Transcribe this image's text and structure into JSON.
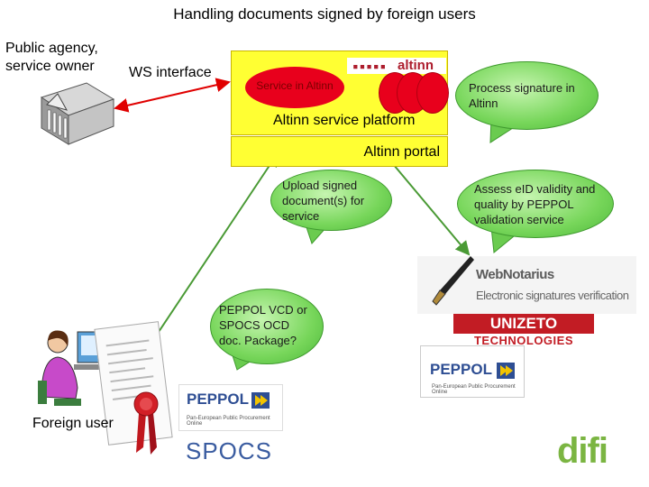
{
  "title": "Handling documents signed by foreign users",
  "actors": {
    "agency_line1": "Public agency,",
    "agency_line2": "service owner",
    "foreign_user": "Foreign user"
  },
  "interface_label": "WS interface",
  "platform": {
    "platform_label": "Altinn service platform",
    "portal_label": "Altinn portal",
    "service_label": "Service in Altinn",
    "logo_text": "altinn"
  },
  "callouts": {
    "process_signature": [
      "Process signature in",
      "Altinn"
    ],
    "upload": [
      "Upload signed",
      "document(s) for",
      "service"
    ],
    "assess": [
      "Assess eID validity and",
      "quality by PEPPOL",
      "validation service"
    ],
    "package": [
      "PEPPOL VCD or",
      "SPOCS OCD",
      "doc. Package?"
    ]
  },
  "logos": {
    "webnotarius_title": "WebNotarius",
    "webnotarius_sub": "Electronic signatures verification",
    "unizeto": "UNIZETO",
    "unizeto_sub": "TECHNOLOGIES",
    "peppol": "PEPPOL",
    "peppol_sub": "Pan-European Public Procurement Online",
    "spocs": "SPOCS",
    "difi": "difi"
  },
  "colors": {
    "platform_fill": "#ffff33",
    "service_red": "#e8001c",
    "callout_green": "#77d65a",
    "arrow_red": "#e00000",
    "arrow_green": "#4a9a35",
    "difi_green": "#7bb542"
  }
}
